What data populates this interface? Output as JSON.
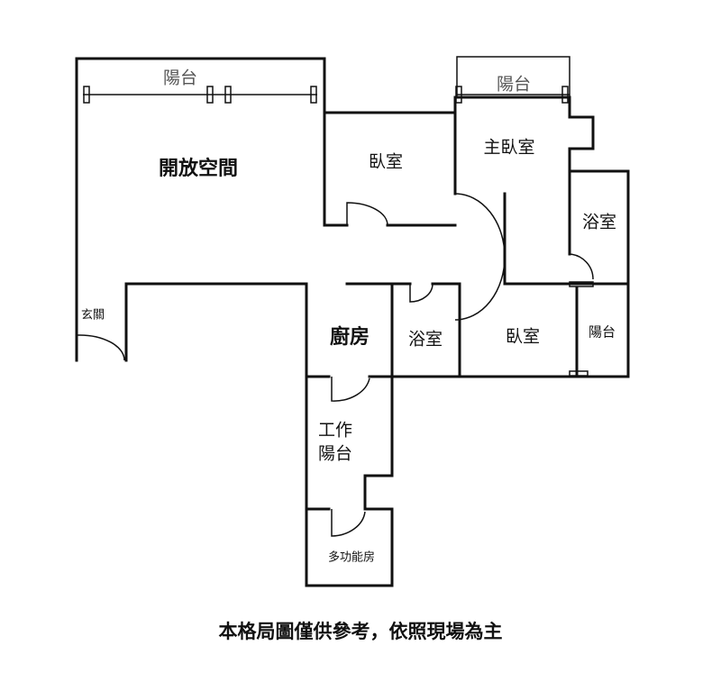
{
  "rooms": {
    "balcony_top_left": "陽台",
    "open_space": "開放空間",
    "bedroom_top": "臥室",
    "balcony_top_right": "陽台",
    "master_bedroom": "主臥室",
    "bathroom_right": "浴室",
    "entrance": "玄關",
    "kitchen": "廚房",
    "bathroom_center": "浴室",
    "bedroom_bottom": "臥室",
    "balcony_right": "陽台",
    "work_balcony_line1": "工作",
    "work_balcony_line2": "陽台",
    "multipurpose_room": "多功能房"
  },
  "footer_note": "本格局圖僅供參考，依照現場為主"
}
